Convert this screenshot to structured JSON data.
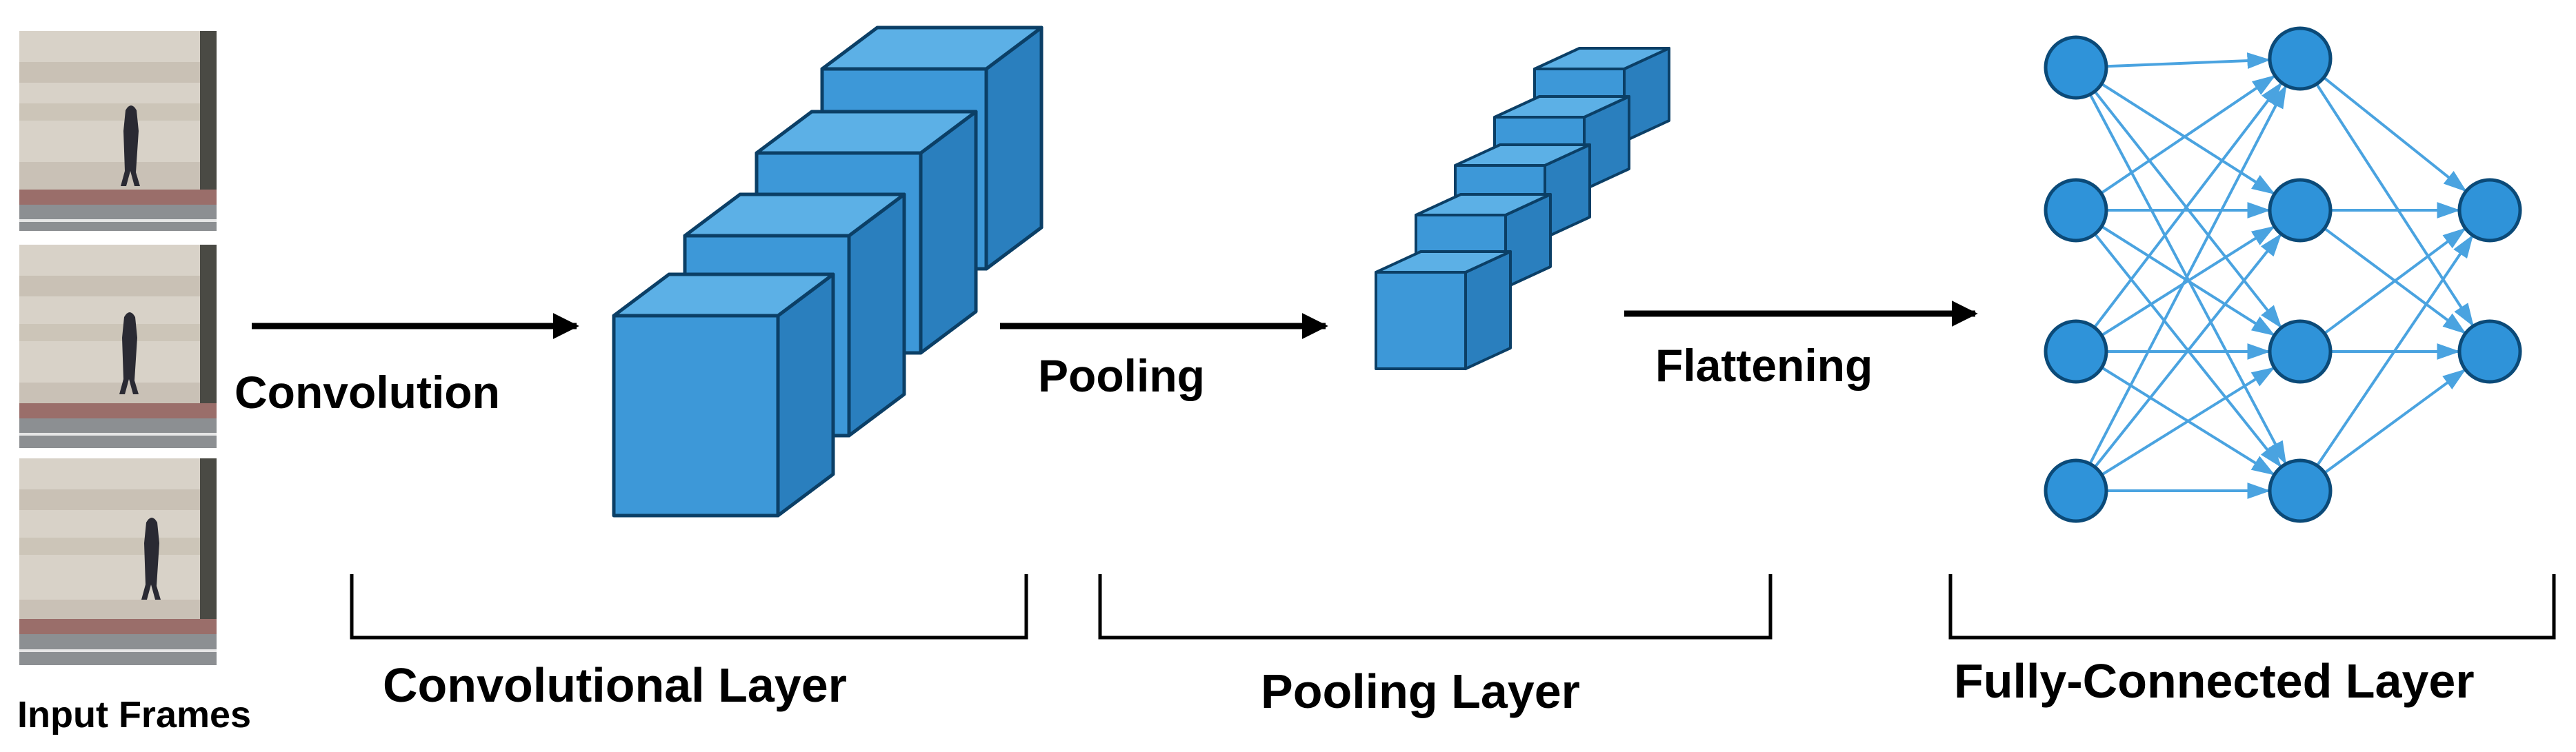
{
  "steps": {
    "convolution": "Convolution",
    "pooling": "Pooling",
    "flattening": "Flattening"
  },
  "layers": {
    "input": "Input Frames",
    "convolutional": "Convolutional Layer",
    "pooling": "Pooling Layer",
    "fully_connected": "Fully-Connected Layer"
  },
  "colors": {
    "cube_front": "#3d98d8",
    "cube_top": "#5cb0e6",
    "cube_side": "#2a7fbe",
    "cube_stroke": "#0b3f66",
    "node_fill": "#2f93d9",
    "node_stroke": "#0b4a78",
    "edge": "#4aa3e0",
    "line": "#000000"
  }
}
